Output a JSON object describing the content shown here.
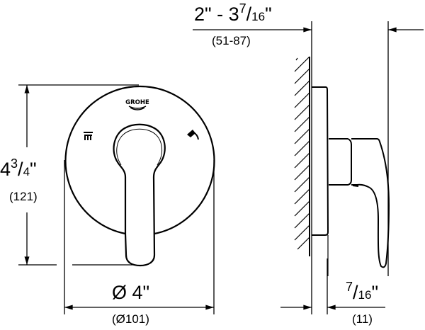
{
  "drawing": {
    "subject": "Shower valve trim with lever handle",
    "brand_logo": "GROHE",
    "front_view": {
      "icons": [
        "bath-spout-icon",
        "shower-head-icon"
      ]
    }
  },
  "dimensions": {
    "projection": {
      "whole": "2\" - 3",
      "frac_num": "7",
      "frac_slash": "/",
      "frac_den": "16",
      "inch": "\"",
      "metric": "(51-87)"
    },
    "height": {
      "whole": "4",
      "frac_num": "3",
      "frac_slash": "/",
      "frac_den": "4",
      "inch": "\"",
      "metric": "(121)"
    },
    "diameter": {
      "label": "Ø 4\"",
      "metric": "(Ø101)"
    },
    "plate_depth": {
      "frac_num": "7",
      "frac_slash": "/",
      "frac_den": "16",
      "inch": "\"",
      "metric": "(11)"
    }
  },
  "colors": {
    "line": "#000000",
    "background": "#ffffff"
  }
}
